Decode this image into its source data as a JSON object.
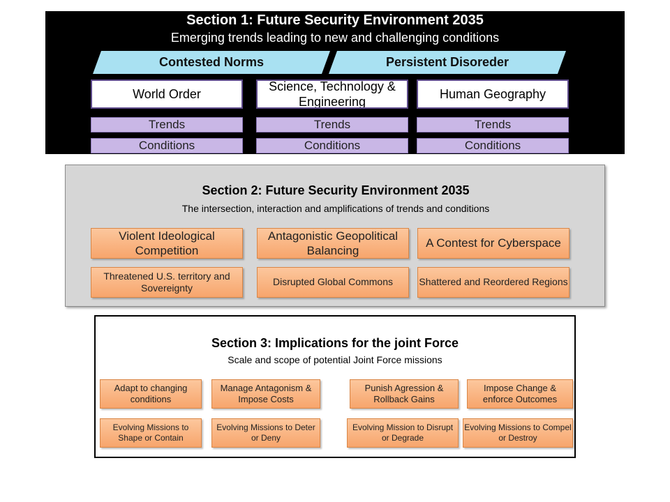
{
  "section1": {
    "title": "Section 1: Future Security Environment 2035",
    "subtitle": "Emerging trends leading to new and challenging conditions",
    "banners": [
      "Contested Norms",
      "Persistent Disoreder"
    ],
    "columns": [
      {
        "heading": "World Order",
        "trends": "Trends",
        "conditions": "Conditions"
      },
      {
        "heading": "Science, Technology & Engineering",
        "trends": "Trends",
        "conditions": "Conditions"
      },
      {
        "heading": "Human Geography",
        "trends": "Trends",
        "conditions": "Conditions"
      }
    ],
    "colors": {
      "background": "#000000",
      "banner": "#a9e1f2",
      "row": "#c9b7e6"
    }
  },
  "section2": {
    "title": "Section 2: Future Security Environment 2035",
    "subtitle": "The intersection, interaction and amplifications of trends and conditions",
    "boxes": [
      "Violent Ideological Competition",
      "Antagonistic Geopolitical Balancing",
      "A Contest for Cyberspace",
      "Threatened U.S. territory and Sovereignty",
      "Disrupted Global Commons",
      "Shattered and Reordered Regions"
    ],
    "colors": {
      "background": "#d6d6d6",
      "box": "#f9b27e"
    }
  },
  "section3": {
    "title": "Section 3: Implications for the joint Force",
    "subtitle": "Scale and scope of potential Joint Force missions",
    "boxes": [
      "Adapt to changing conditions",
      "Manage Antagonism & Impose Costs",
      "Punish Agression & Rollback Gains",
      "Impose Change & enforce Outcomes",
      "Evolving Missions to Shape or Contain",
      "Evolving Missions to Deter or Deny",
      "Evolving Mission to Disrupt or Degrade",
      "Evolving Missions to Compel or Destroy"
    ],
    "colors": {
      "border": "#000000",
      "box": "#f9b27e"
    }
  }
}
